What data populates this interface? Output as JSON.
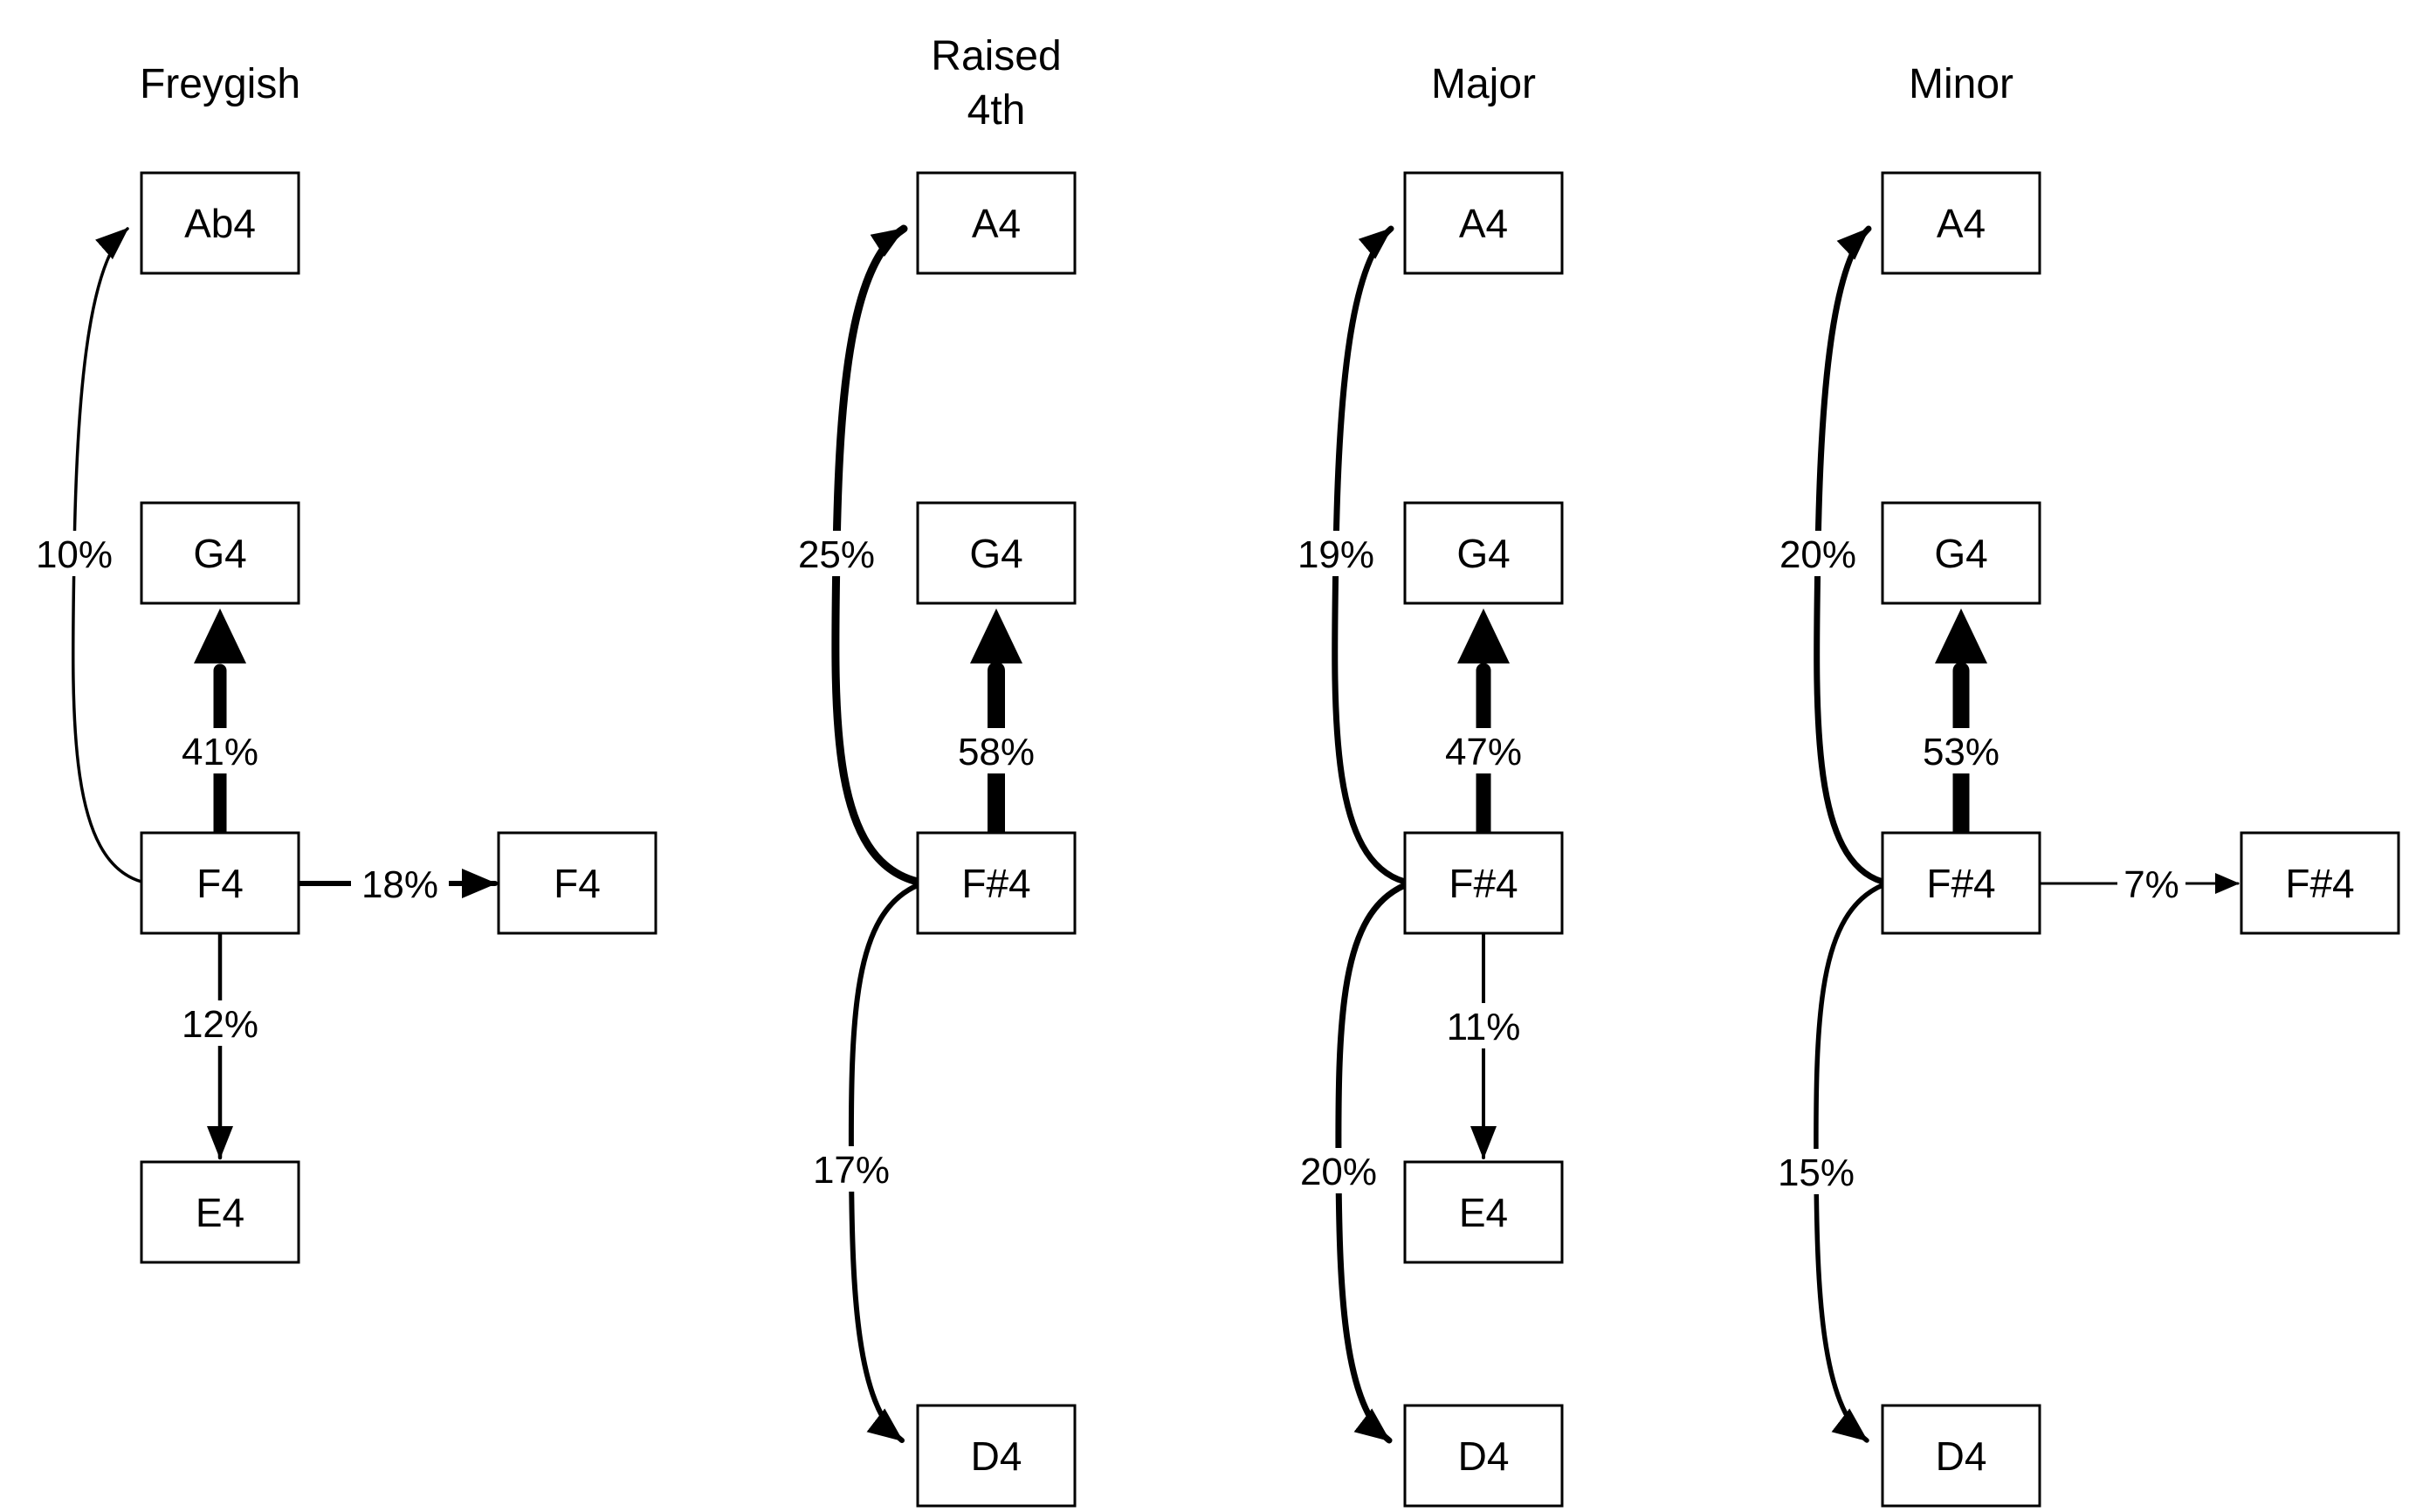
{
  "figure": {
    "description": "Note-transition diagrams for four scales, boxes are pitches and arrows are labeled with transition percentages",
    "ink_color": "#000000",
    "background_color": "#ffffff"
  },
  "panels": [
    {
      "title_line1": "Freygish",
      "title_line2": "",
      "nodes": {
        "top": "Ab4",
        "upper": "G4",
        "center": "F4",
        "right": "F4",
        "lower": "E4"
      },
      "edges": {
        "to_top": "10%",
        "to_upper": "41%",
        "to_right": "18%",
        "to_lower": "12%"
      }
    },
    {
      "title_line1": "Raised",
      "title_line2": "4th",
      "nodes": {
        "top": "A4",
        "upper": "G4",
        "center": "F#4",
        "bottom": "D4"
      },
      "edges": {
        "to_top": "25%",
        "to_upper": "58%",
        "to_bottom": "17%"
      }
    },
    {
      "title_line1": "Major",
      "title_line2": "",
      "nodes": {
        "top": "A4",
        "upper": "G4",
        "center": "F#4",
        "lower": "E4",
        "bottom": "D4"
      },
      "edges": {
        "to_top": "19%",
        "to_upper": "47%",
        "to_lower": "11%",
        "to_bottom": "20%"
      }
    },
    {
      "title_line1": "Minor",
      "title_line2": "",
      "nodes": {
        "top": "A4",
        "upper": "G4",
        "center": "F#4",
        "right": "F#4",
        "bottom": "D4"
      },
      "edges": {
        "to_top": "20%",
        "to_upper": "53%",
        "to_right": "7%",
        "to_bottom": "15%"
      }
    }
  ]
}
